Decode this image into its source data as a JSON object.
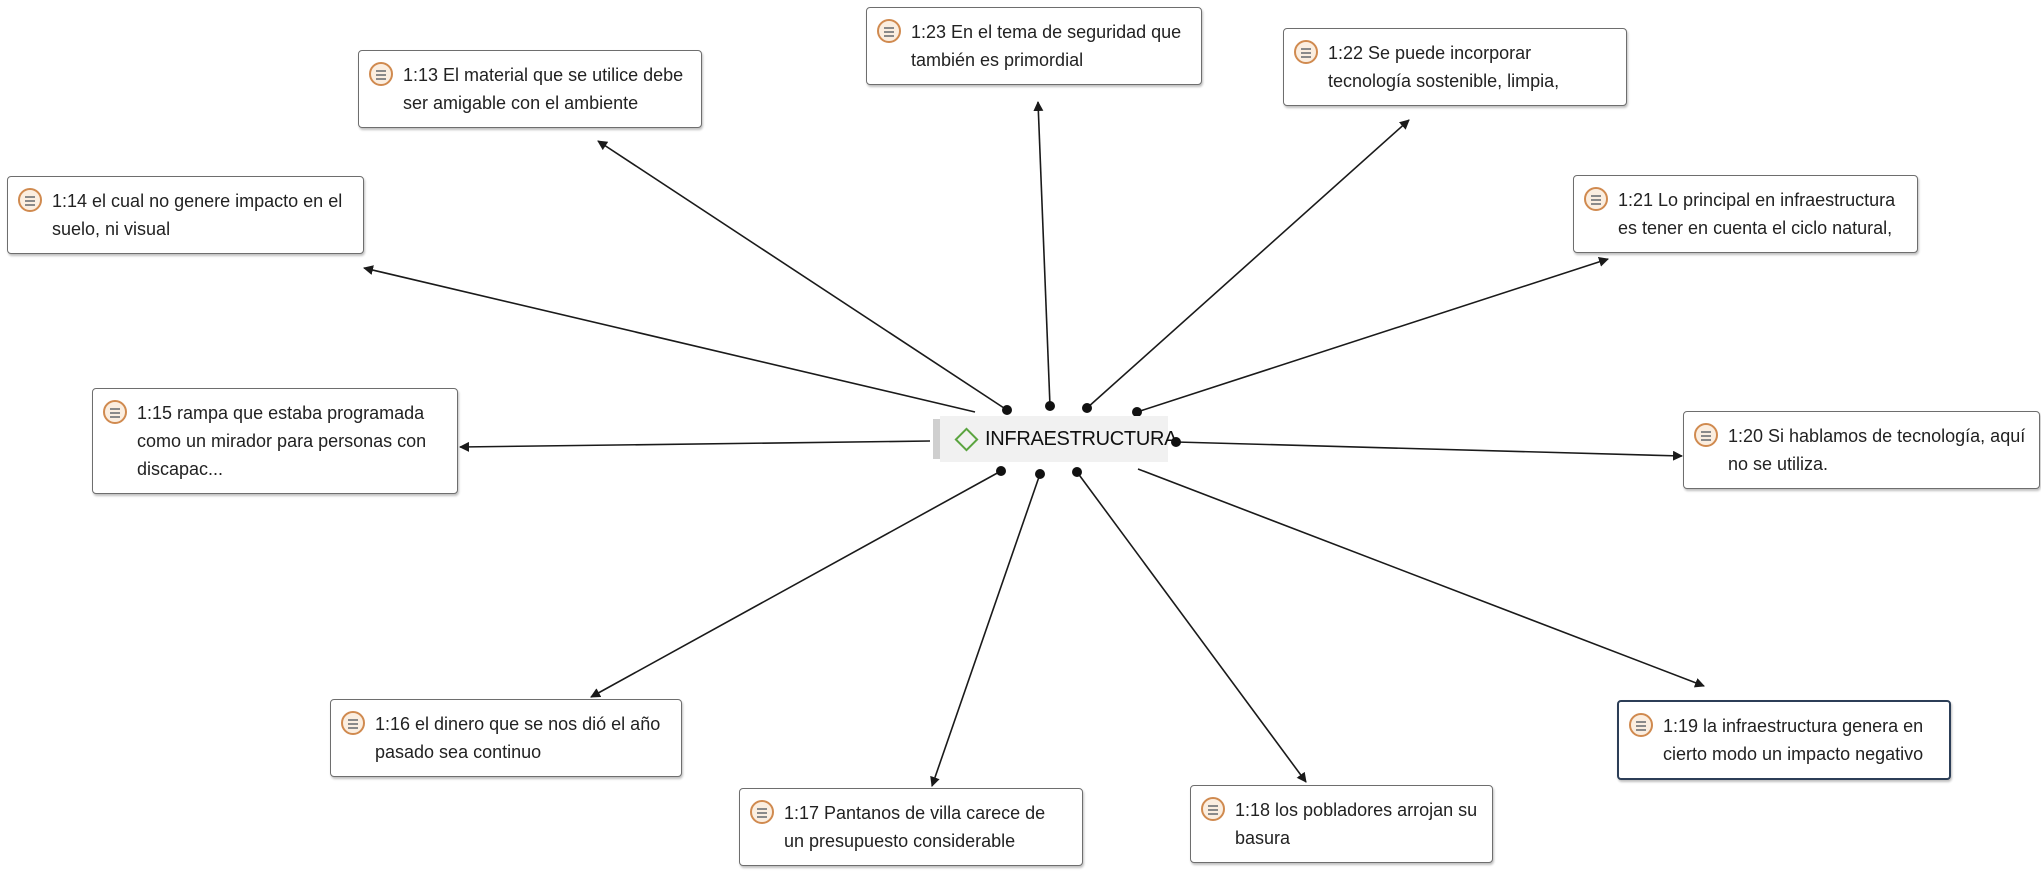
{
  "center": {
    "label": "INFRAESTRUCTURA"
  },
  "quotations": [
    {
      "id": "1:13",
      "text": "1:13 El material que se utilice debe ser amigable con el ambiente"
    },
    {
      "id": "1:23",
      "text": "1:23 En el tema de seguridad que también es primordial"
    },
    {
      "id": "1:22",
      "text": "1:22 Se puede incorporar tecnología sostenible, limpia,"
    },
    {
      "id": "1:14",
      "text": "1:14 el cual no genere impacto en el suelo, ni visual"
    },
    {
      "id": "1:21",
      "text": "1:21 Lo principal en infraestructura es tener en cuenta el ciclo natural,"
    },
    {
      "id": "1:15",
      "text": "1:15 rampa que estaba programada como un mirador para personas con discapac..."
    },
    {
      "id": "1:20",
      "text": "1:20 Si hablamos de tecnología, aquí no se utiliza."
    },
    {
      "id": "1:16",
      "text": "1:16 el dinero que se nos dió el año pasado sea continuo"
    },
    {
      "id": "1:17",
      "text": "1:17 Pantanos de villa carece de un presupuesto considerable"
    },
    {
      "id": "1:18",
      "text": "1:18 los pobladores arrojan su basura"
    },
    {
      "id": "1:19",
      "text": "1:19 la infraestructura genera en cierto modo un impacto negativo"
    }
  ],
  "colors": {
    "edge": "#1a1a1a",
    "border": "#6e6e6e",
    "icon_ring": "#d08a4f",
    "code_icon": "#5aa43f"
  }
}
